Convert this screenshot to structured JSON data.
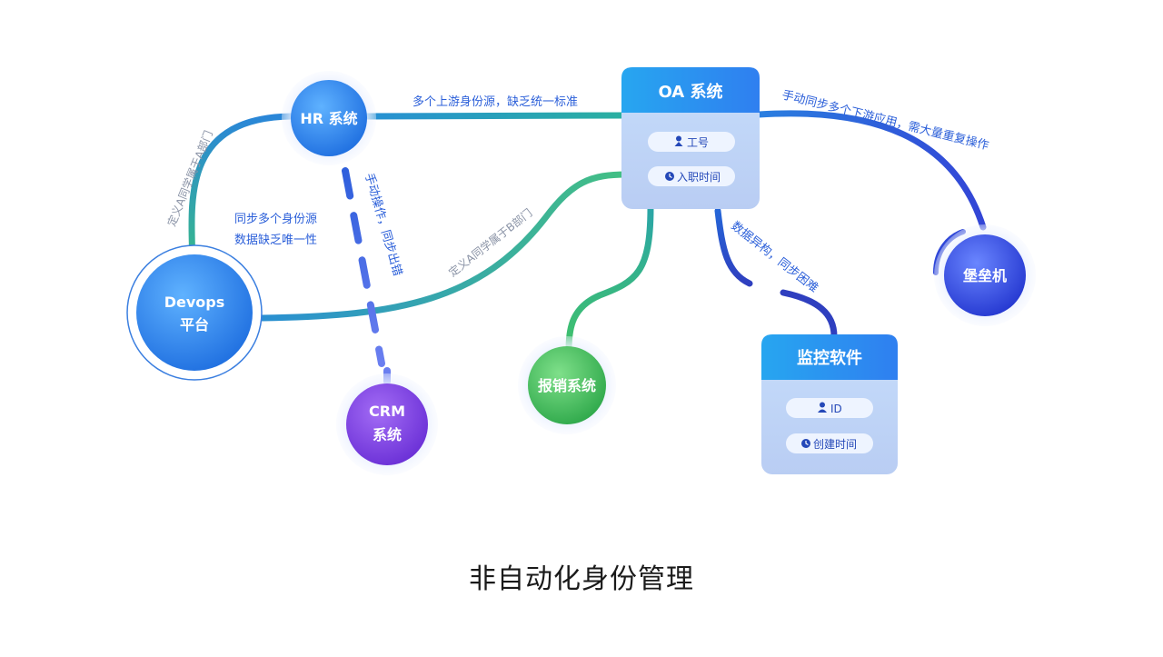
{
  "caption": "非自动化身份管理",
  "nodes": {
    "oa": {
      "label": "OA 系统",
      "fields": [
        "工号",
        "入职时间"
      ]
    },
    "hr": {
      "label": "HR 系统"
    },
    "devops": {
      "label_line1": "Devops",
      "label_line2": "平台"
    },
    "crm": {
      "label_line1": "CRM",
      "label_line2": "系统"
    },
    "expense": {
      "label": "报销系统"
    },
    "bastion": {
      "label": "堡垒机"
    },
    "monitor": {
      "label": "监控软件",
      "fields": [
        "ID",
        "创建时间"
      ]
    }
  },
  "edges": {
    "hr_oa": "多个上游身份源，缺乏统一标准",
    "oa_bastion": "手动同步多个下游应用，需大量重复操作",
    "hr_devops": "定义A同学属于A部门",
    "devops_oa": "定义A同学属于B部门",
    "hr_crm": "手动操作，同步出错",
    "oa_monitor": "数据异构，同步困难",
    "devops_note_line1": "同步多个身份源",
    "devops_note_line2": "数据缺乏唯一性"
  },
  "icons": [
    "badge-icon",
    "clock-icon",
    "user-icon"
  ],
  "colors": {
    "blue_primary": "#2f6fe6",
    "blue_dark": "#2f47d8",
    "teal": "#2aa5a8",
    "green": "#3dbf63",
    "purple": "#7b3fe0",
    "label_blue": "#2b5fd9"
  }
}
